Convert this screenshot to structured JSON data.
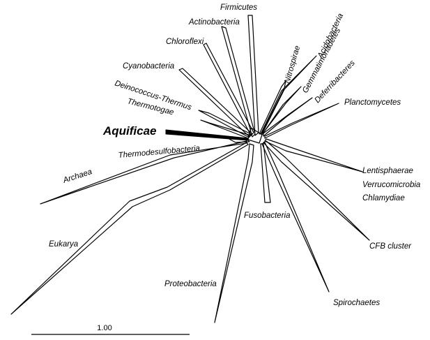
{
  "tree": {
    "taxa": {
      "firmicutes": "Firmicutes",
      "actinobacteria": "Actinobacteria",
      "chloroflexi": "Chloroflexi",
      "cyanobacteria": "Cyanobacteria",
      "deinococcus": "Deinococcus-Thermus",
      "thermotogae": "Thermotogae",
      "aquificae": "Aquificae",
      "thermodesulfobacteria": "Thermodesulfobacteria",
      "archaea": "Archaea",
      "eukarya": "Eukarya",
      "proteobacteria": "Proteobacteria",
      "fusobacteria": "Fusobacteria",
      "spirochaetes": "Spirochaetes",
      "cfb": "CFB cluster",
      "lentisphaerae": "Lentisphaerae",
      "verrucomicrobia": "Verrucomicrobia",
      "chlamydiae": "Chlamydiae",
      "planctomycetes": "Planctomycetes",
      "deferribacteres": "Deferribacteres",
      "gemmatimonadetes": "Gemmatimonadetes",
      "acidobacteria": "Acidobacteria",
      "nitrospirae": "Nitrospirae"
    },
    "scale_bar": {
      "label": "1.00",
      "value": 1.0
    }
  }
}
